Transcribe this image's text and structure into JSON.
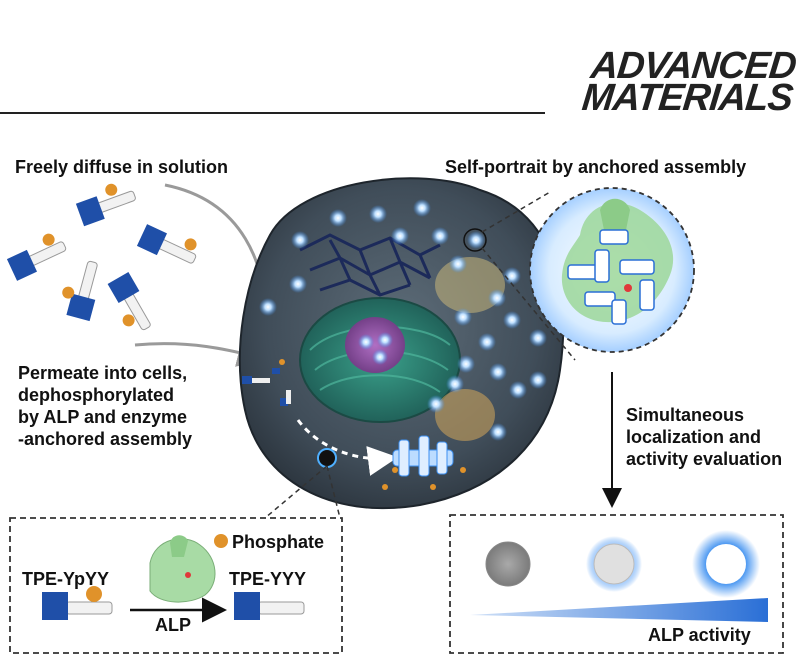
{
  "logo": {
    "line1": "ADVANCED",
    "line2": "MATERIALS"
  },
  "labels": {
    "freely_diffuse": "Freely diffuse in solution",
    "self_portrait": "Self-portrait by anchored assembly",
    "permeate_1": "Permeate into cells,",
    "permeate_2": "dephosphorylated",
    "permeate_3": "by ALP and enzyme",
    "permeate_4": "-anchored assembly",
    "simultaneous_1": "Simultaneous",
    "simultaneous_2": "localization and",
    "simultaneous_3": "activity evaluation"
  },
  "reaction": {
    "substrate": "TPE-YpYY",
    "product": "TPE-YYY",
    "enzyme": "ALP",
    "phosphate_legend": "Phosphate"
  },
  "activity": {
    "label": "ALP activity",
    "levels": [
      "low",
      "medium",
      "high"
    ]
  },
  "colors": {
    "tpe_blue": "#1f4fa8",
    "phosphate_orange": "#e0922a",
    "glow_blue": "#3c8ff0",
    "cell_dark": "#3d4a57",
    "nucleus_green": "#2f8f7a",
    "nucleolus_purple": "#8a4fa0",
    "enzyme_green": "#7cc47a"
  }
}
